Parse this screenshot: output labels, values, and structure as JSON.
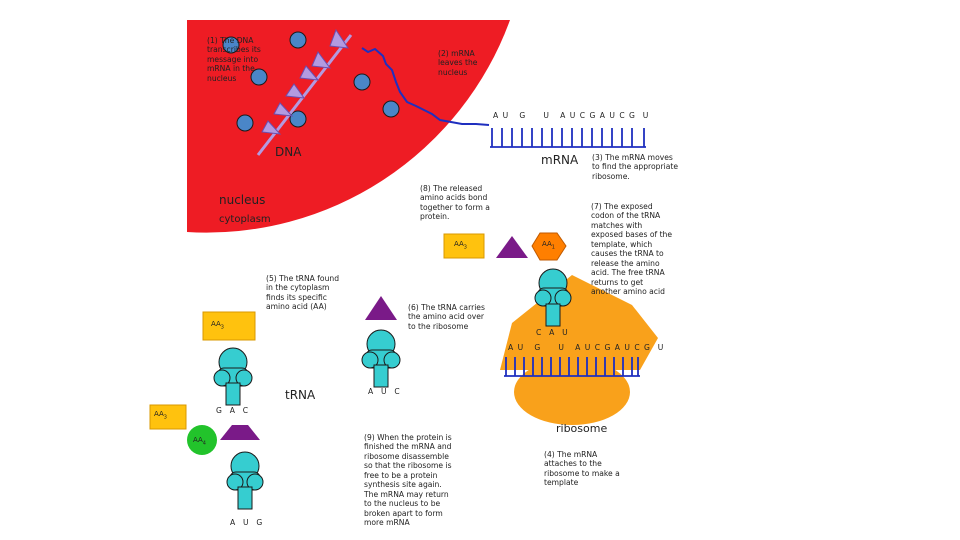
{
  "labels": {
    "step1": "(1) The DNA transcribes its message into mRNA in the nucleus",
    "step2": "(2) mRNA leaves the nucleus",
    "step3": "(3) The mRNA moves to find the appropriate ribosome.",
    "step4": "(4) The mRNA attaches to the ribosome to make a template",
    "step5": "(5) The tRNA found in the cytoplasm finds its specific amino acid (AA)",
    "step6": "(6) The tRNA carries the amino acid over to the ribosome",
    "step7": "(7) The exposed codon of the tRNA matches with exposed bases of the template, which causes the tRNA to release the amino acid. The free tRNA returns to get another amino acid",
    "step8": "(8) The released amino acids bond together to form a protein.",
    "step9": "(9) When the protein is finished the mRNA and ribosome disassemble so that the ribosome is free to be a protein synthesis site again. The mRNA may return to the nucleus to be broken apart to form more mRNA",
    "dna": "DNA",
    "nucleus": "nucleus",
    "cytoplasm": "cytoplasm",
    "mrna": "mRNA",
    "trna": "tRNA",
    "ribosome": "ribosome"
  },
  "sequences": {
    "mrna_top": "A U   G     U   A U C G A U C G  U",
    "mrna_ribosome": "A U   G     U   A U C G A U C G  U",
    "anticodon_ribosome": "C  A  U",
    "anticodon_middle": "A  U  C",
    "anticodon_left": "G  A  C",
    "anticodon_bottom": "A  U  G"
  },
  "amino_acids": {
    "aa_top_yellow": "AA",
    "aa_top_yellow_sub": "3",
    "aa_orange": "AA",
    "aa_orange_sub": "1",
    "aa_left_yellow": "AA",
    "aa_left_yellow_sub": "3",
    "aa_far_left_yellow": "AA",
    "aa_far_left_yellow_sub": "3",
    "aa_green": "AA",
    "aa_green_sub": "4"
  },
  "colors": {
    "nucleus": "#ee1c24",
    "blue_dot": "#4a86c8",
    "mrna_strand": "#1f2fbf",
    "trna": "#36cdd0",
    "ribosome": "#f9a11b",
    "amino_yellow": "#ffc20e",
    "amino_orange": "#ff7f00",
    "amino_purple": "#7a1a88",
    "amino_green": "#22c32b",
    "dna_triangle": "#b39ae0"
  }
}
